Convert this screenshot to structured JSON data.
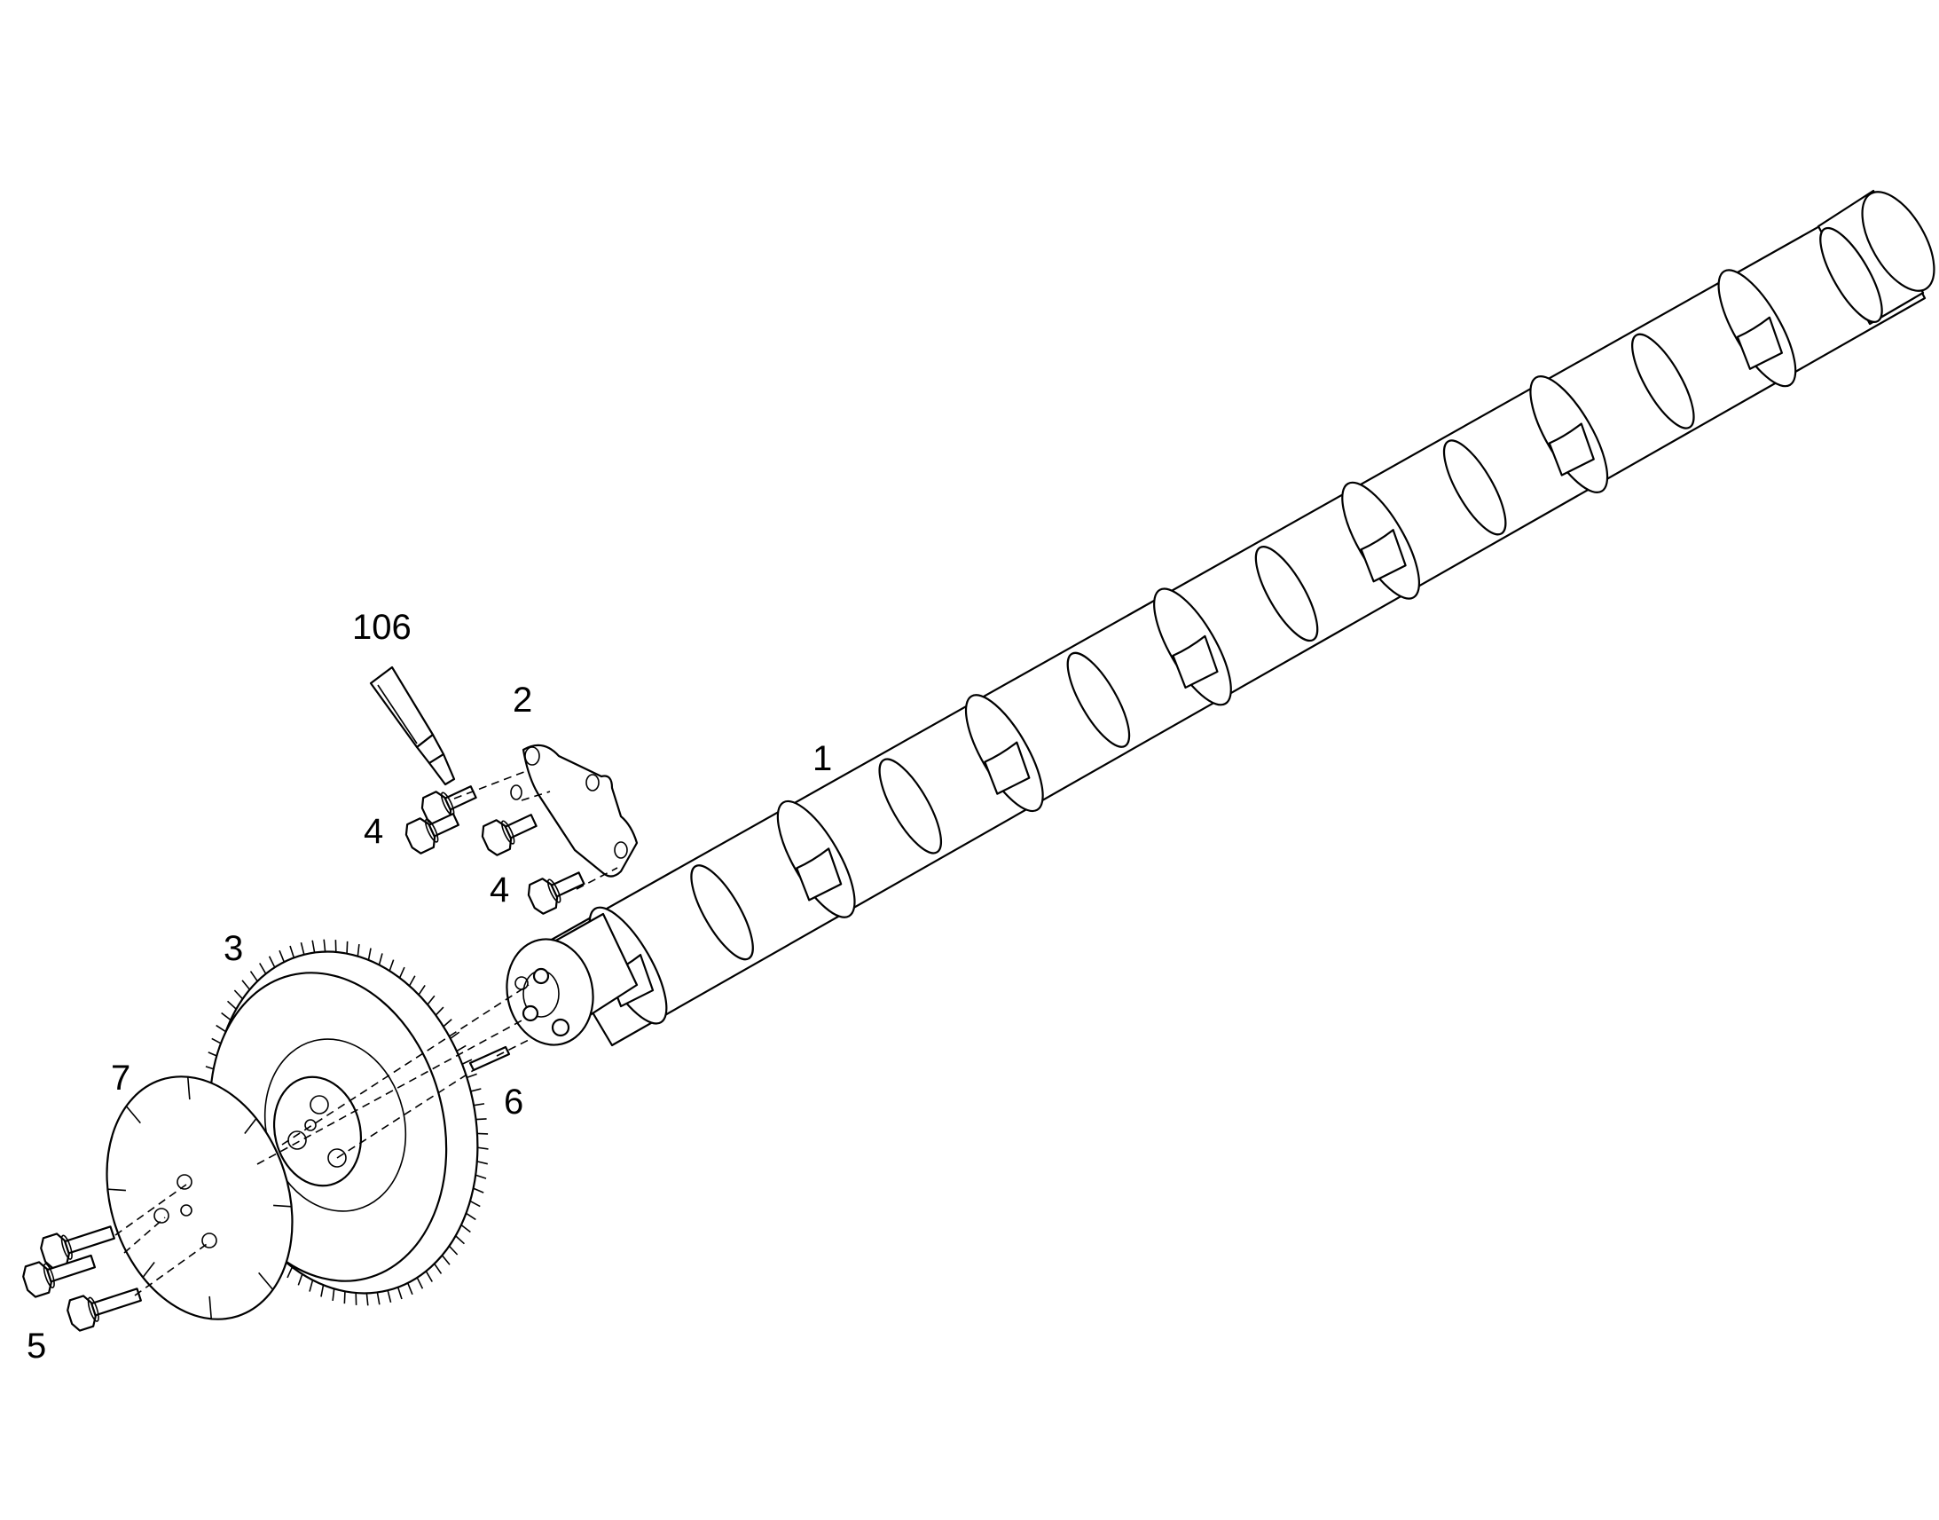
{
  "diagram": {
    "callouts": [
      {
        "id": "camshaft",
        "label": "1"
      },
      {
        "id": "thrust-plate",
        "label": "2"
      },
      {
        "id": "gear",
        "label": "3"
      },
      {
        "id": "plate-bolts-a",
        "label": "4"
      },
      {
        "id": "plate-bolts-b",
        "label": "4"
      },
      {
        "id": "gear-bolts",
        "label": "5"
      },
      {
        "id": "dowel-pin",
        "label": "6"
      },
      {
        "id": "tone-wheel",
        "label": "7"
      },
      {
        "id": "sealant-tube",
        "label": "106"
      }
    ],
    "colors": {
      "line": "#000000",
      "background": "#ffffff"
    }
  }
}
